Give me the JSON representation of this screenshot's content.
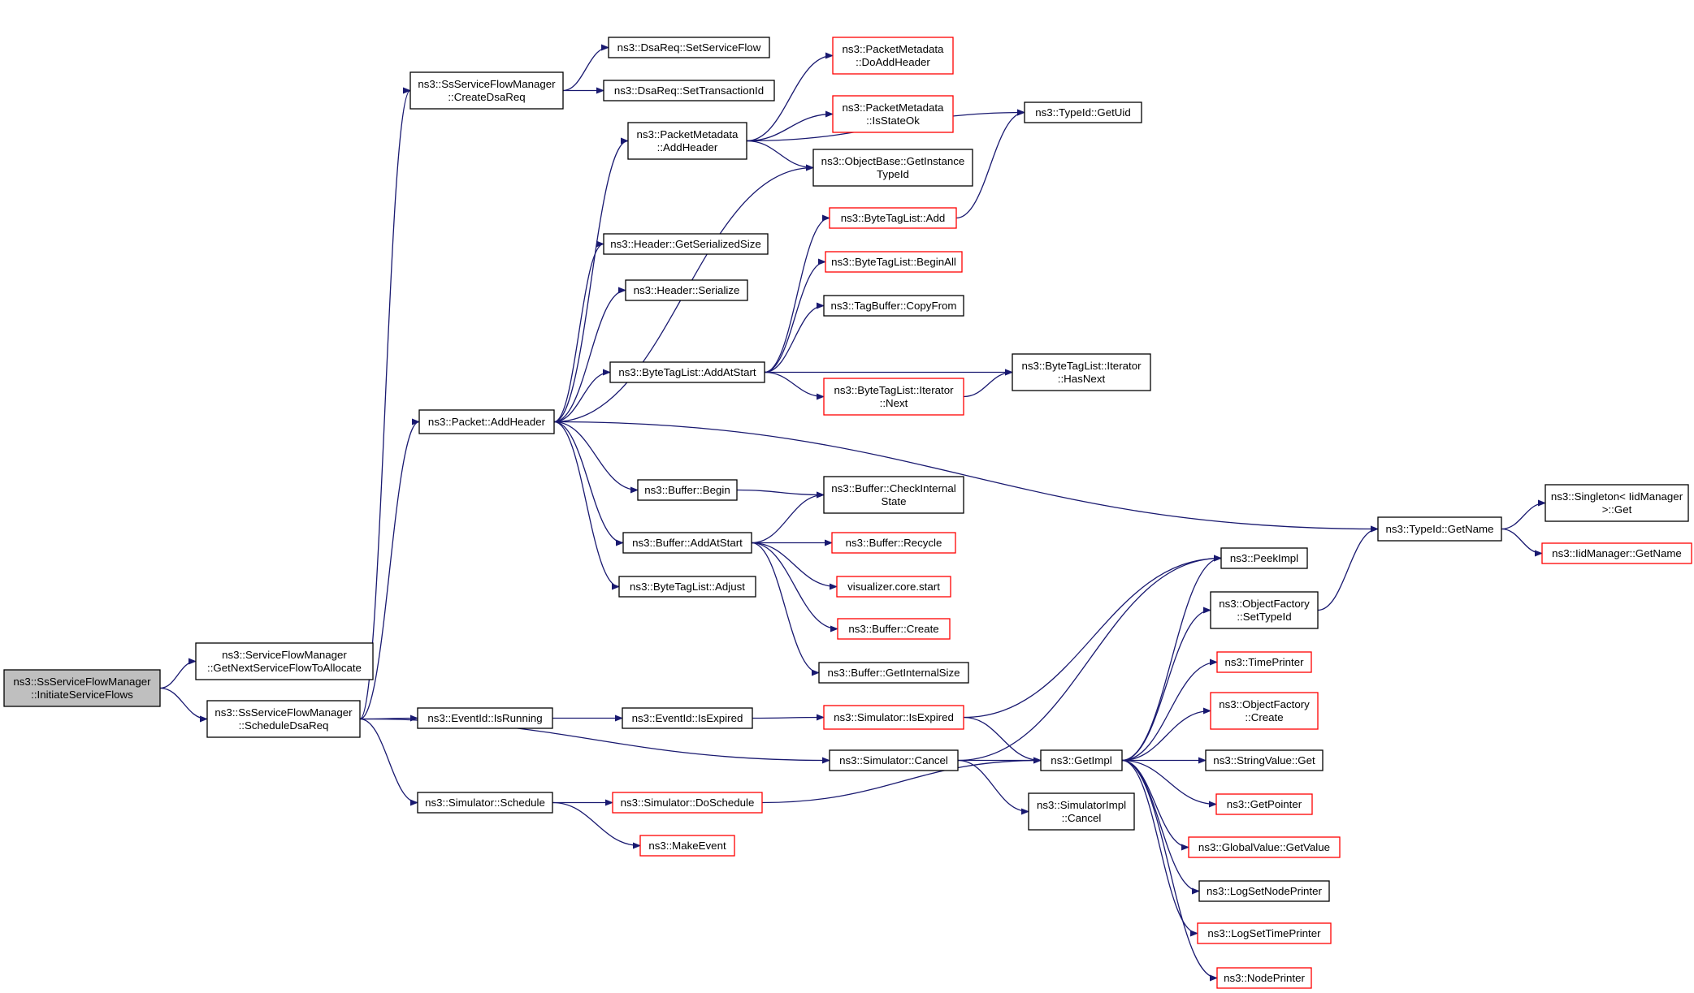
{
  "colors": {
    "edge": "#191970",
    "box_border_default": "#000000",
    "box_border_truncated": "#ff0000",
    "root_fill": "#bfbfbf",
    "box_fill": "#ffffff",
    "background": "#ffffff"
  },
  "nodes": [
    {
      "id": "root",
      "lines": [
        "ns3::SsServiceFlowManager",
        "::InitiateServiceFlows"
      ],
      "style": "root"
    },
    {
      "id": "getnextsf",
      "lines": [
        "ns3::ServiceFlowManager",
        "::GetNextServiceFlowToAllocate"
      ],
      "style": "normal"
    },
    {
      "id": "scheduledsareq",
      "lines": [
        "ns3::SsServiceFlowManager",
        "::ScheduleDsaReq"
      ],
      "style": "normal"
    },
    {
      "id": "createdsareq",
      "lines": [
        "ns3::SsServiceFlowManager",
        "::CreateDsaReq"
      ],
      "style": "normal"
    },
    {
      "id": "setserviceflow",
      "lines": [
        "ns3::DsaReq::SetServiceFlow"
      ],
      "style": "normal"
    },
    {
      "id": "settransactionid",
      "lines": [
        "ns3::DsaReq::SetTransactionId"
      ],
      "style": "normal"
    },
    {
      "id": "packetaddheader",
      "lines": [
        "ns3::Packet::AddHeader"
      ],
      "style": "normal"
    },
    {
      "id": "pmaddheader",
      "lines": [
        "ns3::PacketMetadata",
        "::AddHeader"
      ],
      "style": "normal"
    },
    {
      "id": "pmdoaddheader",
      "lines": [
        "ns3::PacketMetadata",
        "::DoAddHeader"
      ],
      "style": "red"
    },
    {
      "id": "pmisstateok",
      "lines": [
        "ns3::PacketMetadata",
        "::IsStateOk"
      ],
      "style": "red"
    },
    {
      "id": "getinstancetypeid",
      "lines": [
        "ns3::ObjectBase::GetInstance",
        "TypeId"
      ],
      "style": "normal"
    },
    {
      "id": "typeidgetuid",
      "lines": [
        "ns3::TypeId::GetUid"
      ],
      "style": "normal"
    },
    {
      "id": "btladd",
      "lines": [
        "ns3::ByteTagList::Add"
      ],
      "style": "red"
    },
    {
      "id": "btlbeginall",
      "lines": [
        "ns3::ByteTagList::BeginAll"
      ],
      "style": "red"
    },
    {
      "id": "tagbuffercopyfrom",
      "lines": [
        "ns3::TagBuffer::CopyFrom"
      ],
      "style": "normal"
    },
    {
      "id": "headergetserializedsize",
      "lines": [
        "ns3::Header::GetSerializedSize"
      ],
      "style": "normal"
    },
    {
      "id": "headerserialize",
      "lines": [
        "ns3::Header::Serialize"
      ],
      "style": "normal"
    },
    {
      "id": "btladdatstart",
      "lines": [
        "ns3::ByteTagList::AddAtStart"
      ],
      "style": "normal"
    },
    {
      "id": "btliteratornext",
      "lines": [
        "ns3::ByteTagList::Iterator",
        "::Next"
      ],
      "style": "red"
    },
    {
      "id": "btliteratorhasnext",
      "lines": [
        "ns3::ByteTagList::Iterator",
        "::HasNext"
      ],
      "style": "normal"
    },
    {
      "id": "bufferbegin",
      "lines": [
        "ns3::Buffer::Begin"
      ],
      "style": "normal"
    },
    {
      "id": "buffercheckinternalstate",
      "lines": [
        "ns3::Buffer::CheckInternal",
        "State"
      ],
      "style": "normal"
    },
    {
      "id": "bufferaddatstart",
      "lines": [
        "ns3::Buffer::AddAtStart"
      ],
      "style": "normal"
    },
    {
      "id": "bufferrecycle",
      "lines": [
        "ns3::Buffer::Recycle"
      ],
      "style": "red"
    },
    {
      "id": "visualizercorestart",
      "lines": [
        "visualizer.core.start"
      ],
      "style": "red"
    },
    {
      "id": "buffercreate",
      "lines": [
        "ns3::Buffer::Create"
      ],
      "style": "red"
    },
    {
      "id": "buffergetinternalsize",
      "lines": [
        "ns3::Buffer::GetInternalSize"
      ],
      "style": "normal"
    },
    {
      "id": "btladjust",
      "lines": [
        "ns3::ByteTagList::Adjust"
      ],
      "style": "normal"
    },
    {
      "id": "typeidgetname",
      "lines": [
        "ns3::TypeId::GetName"
      ],
      "style": "normal"
    },
    {
      "id": "singletonget",
      "lines": [
        "ns3::Singleton< IidManager",
        ">::Get"
      ],
      "style": "normal"
    },
    {
      "id": "iidmanagergetname",
      "lines": [
        "ns3::IidManager::GetName"
      ],
      "style": "red"
    },
    {
      "id": "eventidisrunning",
      "lines": [
        "ns3::EventId::IsRunning"
      ],
      "style": "normal"
    },
    {
      "id": "eventidisexpired",
      "lines": [
        "ns3::EventId::IsExpired"
      ],
      "style": "normal"
    },
    {
      "id": "simulatorisexpired",
      "lines": [
        "ns3::Simulator::IsExpired"
      ],
      "style": "red"
    },
    {
      "id": "simulatorcancel",
      "lines": [
        "ns3::Simulator::Cancel"
      ],
      "style": "normal"
    },
    {
      "id": "simulatorschedule",
      "lines": [
        "ns3::Simulator::Schedule"
      ],
      "style": "normal"
    },
    {
      "id": "simulatordoschedule",
      "lines": [
        "ns3::Simulator::DoSchedule"
      ],
      "style": "red"
    },
    {
      "id": "makeevent",
      "lines": [
        "ns3::MakeEvent"
      ],
      "style": "red"
    },
    {
      "id": "getimpl",
      "lines": [
        "ns3::GetImpl"
      ],
      "style": "normal"
    },
    {
      "id": "simulatorimplcancel",
      "lines": [
        "ns3::SimulatorImpl",
        "::Cancel"
      ],
      "style": "normal"
    },
    {
      "id": "peekimpl",
      "lines": [
        "ns3::PeekImpl"
      ],
      "style": "normal"
    },
    {
      "id": "objectfactorysettypeid",
      "lines": [
        "ns3::ObjectFactory",
        "::SetTypeId"
      ],
      "style": "normal"
    },
    {
      "id": "timeprinter",
      "lines": [
        "ns3::TimePrinter"
      ],
      "style": "red"
    },
    {
      "id": "objectfactorycreate",
      "lines": [
        "ns3::ObjectFactory",
        "::Create"
      ],
      "style": "red"
    },
    {
      "id": "stringvalueget",
      "lines": [
        "ns3::StringValue::Get"
      ],
      "style": "normal"
    },
    {
      "id": "getpointer",
      "lines": [
        "ns3::GetPointer"
      ],
      "style": "red"
    },
    {
      "id": "globalvaluegetvalue",
      "lines": [
        "ns3::GlobalValue::GetValue"
      ],
      "style": "red"
    },
    {
      "id": "logsetnodeprinter",
      "lines": [
        "ns3::LogSetNodePrinter"
      ],
      "style": "normal"
    },
    {
      "id": "logsettimeprinter",
      "lines": [
        "ns3::LogSetTimePrinter"
      ],
      "style": "red"
    },
    {
      "id": "nodeprinter",
      "lines": [
        "ns3::NodePrinter"
      ],
      "style": "red"
    }
  ],
  "edges": [
    [
      "root",
      "getnextsf"
    ],
    [
      "root",
      "scheduledsareq"
    ],
    [
      "scheduledsareq",
      "createdsareq"
    ],
    [
      "scheduledsareq",
      "packetaddheader"
    ],
    [
      "scheduledsareq",
      "eventidisrunning"
    ],
    [
      "scheduledsareq",
      "simulatorcancel"
    ],
    [
      "scheduledsareq",
      "simulatorschedule"
    ],
    [
      "createdsareq",
      "setserviceflow"
    ],
    [
      "createdsareq",
      "settransactionid"
    ],
    [
      "packetaddheader",
      "pmaddheader"
    ],
    [
      "packetaddheader",
      "headergetserializedsize"
    ],
    [
      "packetaddheader",
      "headerserialize"
    ],
    [
      "packetaddheader",
      "getinstancetypeid"
    ],
    [
      "packetaddheader",
      "btladdatstart"
    ],
    [
      "packetaddheader",
      "bufferbegin"
    ],
    [
      "packetaddheader",
      "bufferaddatstart"
    ],
    [
      "packetaddheader",
      "btladjust"
    ],
    [
      "packetaddheader",
      "typeidgetname"
    ],
    [
      "pmaddheader",
      "typeidgetuid"
    ],
    [
      "pmaddheader",
      "pmdoaddheader"
    ],
    [
      "pmaddheader",
      "pmisstateok"
    ],
    [
      "pmaddheader",
      "getinstancetypeid"
    ],
    [
      "btladd",
      "typeidgetuid"
    ],
    [
      "btladdatstart",
      "btladd"
    ],
    [
      "btladdatstart",
      "btlbeginall"
    ],
    [
      "btladdatstart",
      "tagbuffercopyfrom"
    ],
    [
      "btladdatstart",
      "btliteratorhasnext"
    ],
    [
      "btladdatstart",
      "btliteratornext"
    ],
    [
      "btliteratornext",
      "btliteratorhasnext"
    ],
    [
      "bufferbegin",
      "buffercheckinternalstate"
    ],
    [
      "bufferaddatstart",
      "buffercheckinternalstate"
    ],
    [
      "bufferaddatstart",
      "bufferrecycle"
    ],
    [
      "bufferaddatstart",
      "visualizercorestart"
    ],
    [
      "bufferaddatstart",
      "buffercreate"
    ],
    [
      "bufferaddatstart",
      "buffergetinternalsize"
    ],
    [
      "typeidgetname",
      "singletonget"
    ],
    [
      "typeidgetname",
      "iidmanagergetname"
    ],
    [
      "eventidisrunning",
      "eventidisexpired"
    ],
    [
      "eventidisexpired",
      "simulatorisexpired"
    ],
    [
      "simulatorisexpired",
      "peekimpl"
    ],
    [
      "simulatorisexpired",
      "getimpl"
    ],
    [
      "simulatorcancel",
      "peekimpl"
    ],
    [
      "simulatorcancel",
      "getimpl"
    ],
    [
      "simulatorcancel",
      "simulatorimplcancel"
    ],
    [
      "simulatorschedule",
      "simulatordoschedule"
    ],
    [
      "simulatorschedule",
      "makeevent"
    ],
    [
      "simulatordoschedule",
      "getimpl"
    ],
    [
      "getimpl",
      "peekimpl"
    ],
    [
      "getimpl",
      "objectfactorysettypeid"
    ],
    [
      "getimpl",
      "timeprinter"
    ],
    [
      "getimpl",
      "objectfactorycreate"
    ],
    [
      "getimpl",
      "stringvalueget"
    ],
    [
      "getimpl",
      "getpointer"
    ],
    [
      "getimpl",
      "globalvaluegetvalue"
    ],
    [
      "getimpl",
      "logsetnodeprinter"
    ],
    [
      "getimpl",
      "logsettimeprinter"
    ],
    [
      "getimpl",
      "nodeprinter"
    ],
    [
      "objectfactorysettypeid",
      "typeidgetname"
    ]
  ]
}
